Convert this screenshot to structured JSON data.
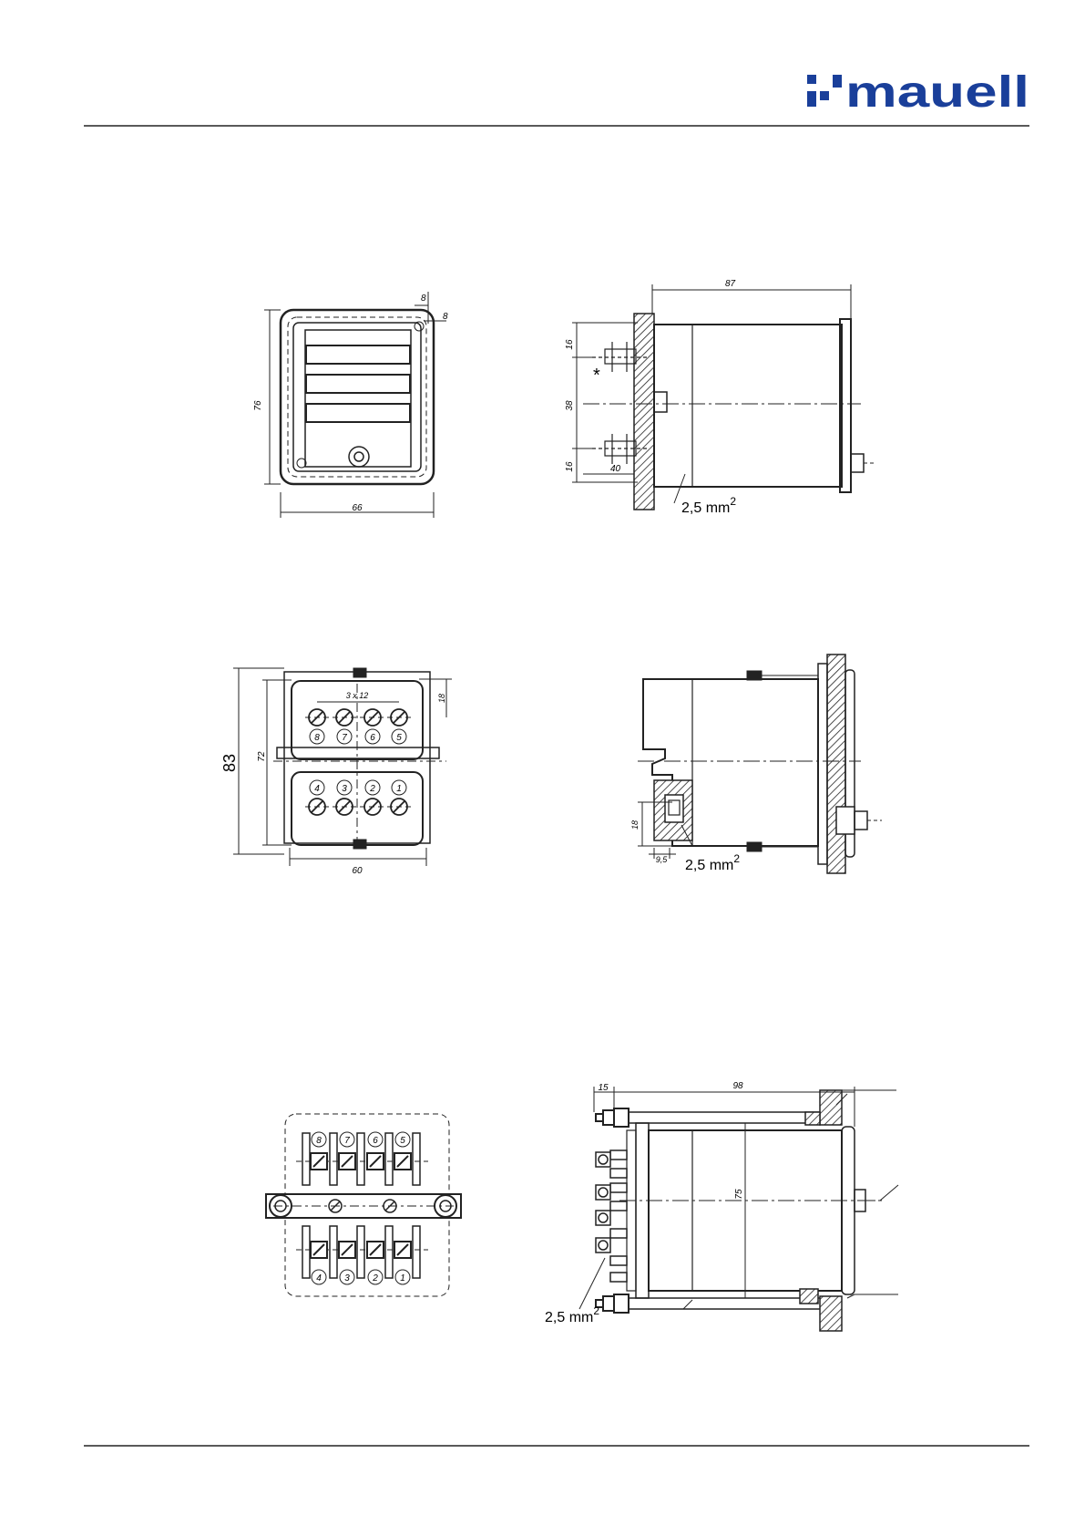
{
  "brand": {
    "name": "mauell",
    "color": "#1a3f9a"
  },
  "drawing1_front": {
    "height": "76",
    "width": "66",
    "corner_a": "8",
    "corner_b": "8"
  },
  "drawing1_side": {
    "length": "87",
    "top": "16",
    "middle": "38",
    "bottom": "16",
    "offset": "40",
    "wire": "2,5 mm",
    "wire_exp": "2",
    "mark": "*"
  },
  "drawing2_front": {
    "height": "83",
    "inner_height": "72",
    "width": "60",
    "pitch": "3 x 12",
    "side": "18",
    "upper_numbers": [
      "8",
      "7",
      "6",
      "5"
    ],
    "lower_numbers": [
      "4",
      "3",
      "2",
      "1"
    ]
  },
  "drawing2_side": {
    "height": "18",
    "offset": "9,5",
    "wire": "2,5 mm",
    "wire_exp": "2"
  },
  "drawing3_front": {
    "upper_numbers": [
      "8",
      "7",
      "6",
      "5"
    ],
    "lower_numbers": [
      "4",
      "3",
      "2",
      "1"
    ]
  },
  "drawing3_side": {
    "left": "15",
    "length": "98",
    "height": "75",
    "wire": "2,5 mm",
    "wire_exp": "2"
  }
}
